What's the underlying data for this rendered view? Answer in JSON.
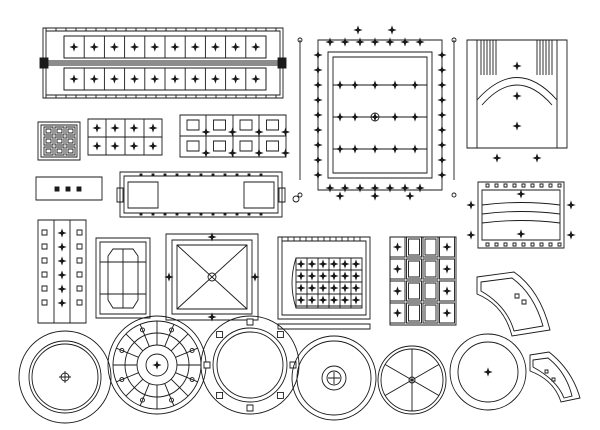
{
  "sheet": {
    "background": "#ffffff",
    "line_color": "#1a1a1a",
    "symbol_count": 20
  },
  "symbols": [
    {
      "name": "linear-ceiling-panel",
      "shape": "rectangle-grid"
    },
    {
      "name": "square-grille",
      "shape": "square-grid"
    },
    {
      "name": "tile-grid-small",
      "shape": "rectangle-grid"
    },
    {
      "name": "tile-grid-panels",
      "shape": "rectangle-grid"
    },
    {
      "name": "framed-ceiling-large",
      "shape": "framed-rectangle"
    },
    {
      "name": "draped-ceiling",
      "shape": "rectangle-drape"
    },
    {
      "name": "strip-light",
      "shape": "small-rectangle"
    },
    {
      "name": "long-tray-ceiling",
      "shape": "rounded-rectangle"
    },
    {
      "name": "vertical-panel",
      "shape": "rectangle-grid"
    },
    {
      "name": "octagon-lamp-panel",
      "shape": "framed-octagon"
    },
    {
      "name": "diamond-tray-ceiling",
      "shape": "framed-diagonal"
    },
    {
      "name": "arched-grid-ceiling",
      "shape": "rectangle-grid"
    },
    {
      "name": "coffered-column-grid",
      "shape": "rectangle-grid"
    },
    {
      "name": "curved-beam-ceiling",
      "shape": "rectangle-curve"
    },
    {
      "name": "arc-segment",
      "shape": "arc"
    },
    {
      "name": "arc-segment-small",
      "shape": "arc"
    },
    {
      "name": "round-ceiling-plain",
      "shape": "circle"
    },
    {
      "name": "round-coffered-ceiling",
      "shape": "circle-radial"
    },
    {
      "name": "round-ring-ceiling",
      "shape": "circle"
    },
    {
      "name": "round-medallion-ceiling",
      "shape": "circle"
    },
    {
      "name": "round-spoke-ceiling",
      "shape": "circle-radial"
    },
    {
      "name": "round-double-ring",
      "shape": "circle"
    }
  ]
}
